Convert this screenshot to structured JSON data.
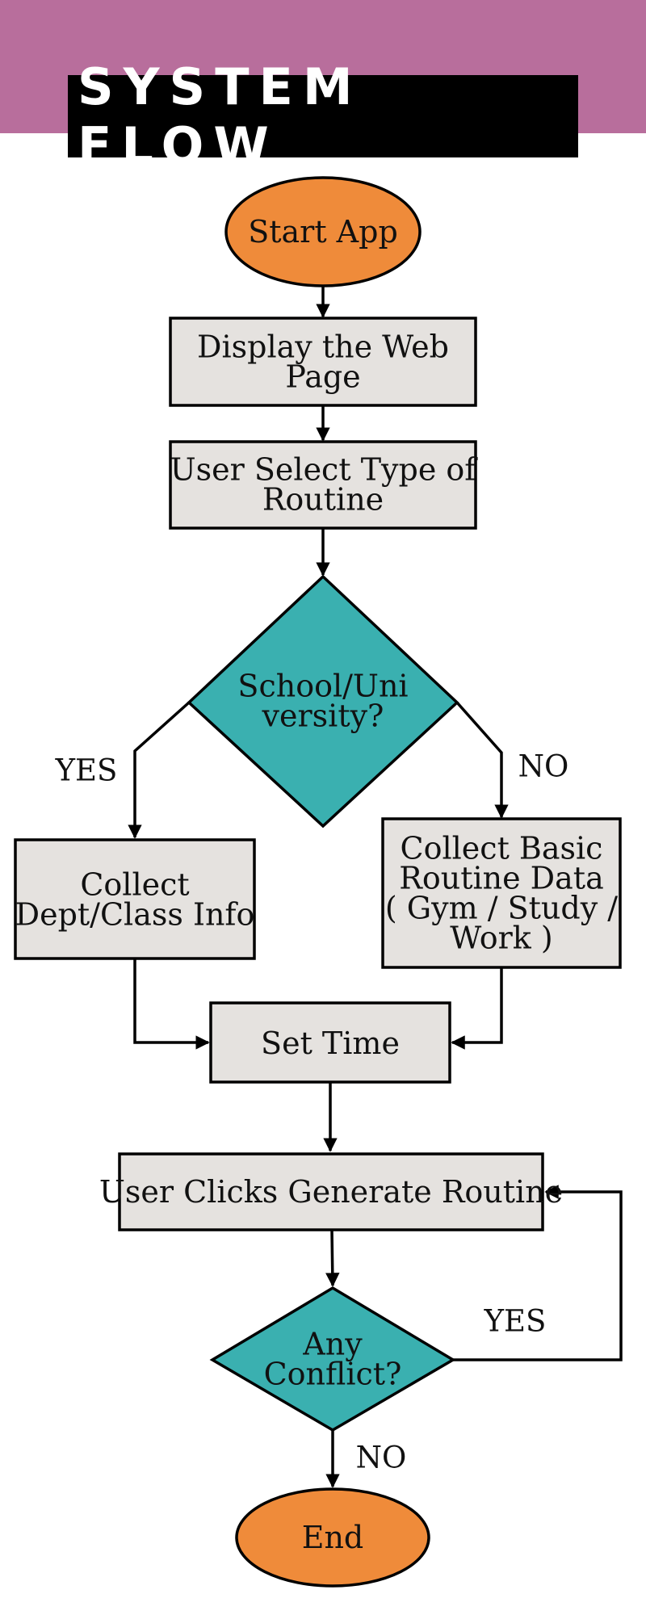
{
  "colors": {
    "band": "#b86e9c",
    "title_bg": "#000000",
    "title_text": "#ffffff",
    "terminal": "#ef8b3a",
    "process": "#e5e2df",
    "decision": "#3ab0b0",
    "stroke": "#000000"
  },
  "title": "SYSTEM FLOW",
  "nodes": {
    "start": {
      "lines": [
        "Start App"
      ]
    },
    "display": {
      "lines": [
        "Display the Web",
        "Page"
      ]
    },
    "select": {
      "lines": [
        "User Select Type of",
        "Routine"
      ]
    },
    "school": {
      "lines": [
        "School/Uni",
        "versity?"
      ]
    },
    "collect_dept": {
      "lines": [
        "Collect",
        "Dept/Class Info"
      ]
    },
    "collect_basic": {
      "lines": [
        "Collect Basic",
        "Routine Data",
        "( Gym / Study /",
        "Work )"
      ]
    },
    "set_time": {
      "lines": [
        "Set Time"
      ]
    },
    "generate": {
      "lines": [
        "User Clicks Generate Routine"
      ]
    },
    "conflict": {
      "lines": [
        "Any",
        "Conflict?"
      ]
    },
    "end": {
      "lines": [
        "End"
      ]
    }
  },
  "edge_labels": {
    "school_yes": "YES",
    "school_no": "NO",
    "conflict_yes": "YES",
    "conflict_no": "NO"
  }
}
